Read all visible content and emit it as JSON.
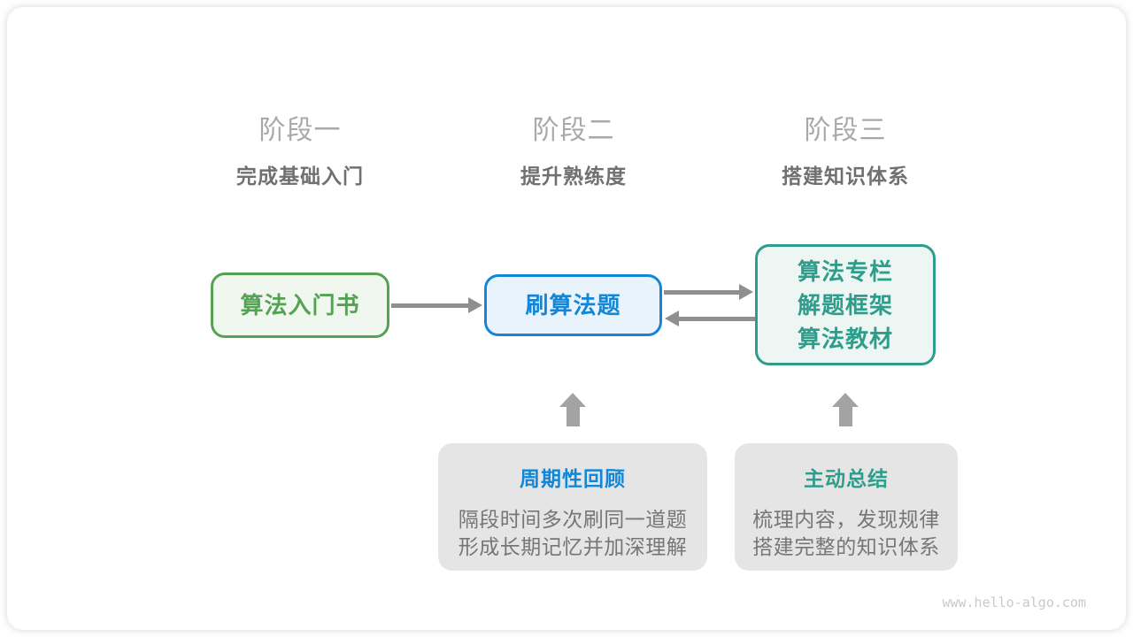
{
  "stages": [
    {
      "label": "阶段一",
      "subtitle": "完成基础入门"
    },
    {
      "label": "阶段二",
      "subtitle": "提升熟练度"
    },
    {
      "label": "阶段三",
      "subtitle": "搭建知识体系"
    }
  ],
  "nodes": {
    "intro_book": {
      "label": "算法入门书"
    },
    "practice": {
      "label": "刷算法题"
    },
    "resources": {
      "lines": [
        "算法专栏",
        "解题框架",
        "算法教材"
      ]
    }
  },
  "callouts": [
    {
      "title": "周期性回顾",
      "desc_lines": [
        "隔段时间多次刷同一道题",
        "形成长期记忆并加深理解"
      ]
    },
    {
      "title": "主动总结",
      "desc_lines": [
        "梳理内容，发现规律",
        "搭建完整的知识体系"
      ]
    }
  ],
  "watermark": "www.hello-algo.com",
  "colors": {
    "stage_label": "#a9a9a9",
    "stage_subtitle": "#707070",
    "green": "#56a255",
    "green_bg": "#f0f7ee",
    "blue": "#1287d8",
    "blue_bg": "#e9f3fb",
    "teal": "#2f9d8c",
    "teal_bg": "#eef6f3",
    "callout_bg": "#e5e5e5",
    "desc_text": "#767676",
    "arrow_horizontal": "#8f8f8f",
    "arrow_vertical": "#a3a3a3",
    "watermark": "#c9c9c9"
  }
}
